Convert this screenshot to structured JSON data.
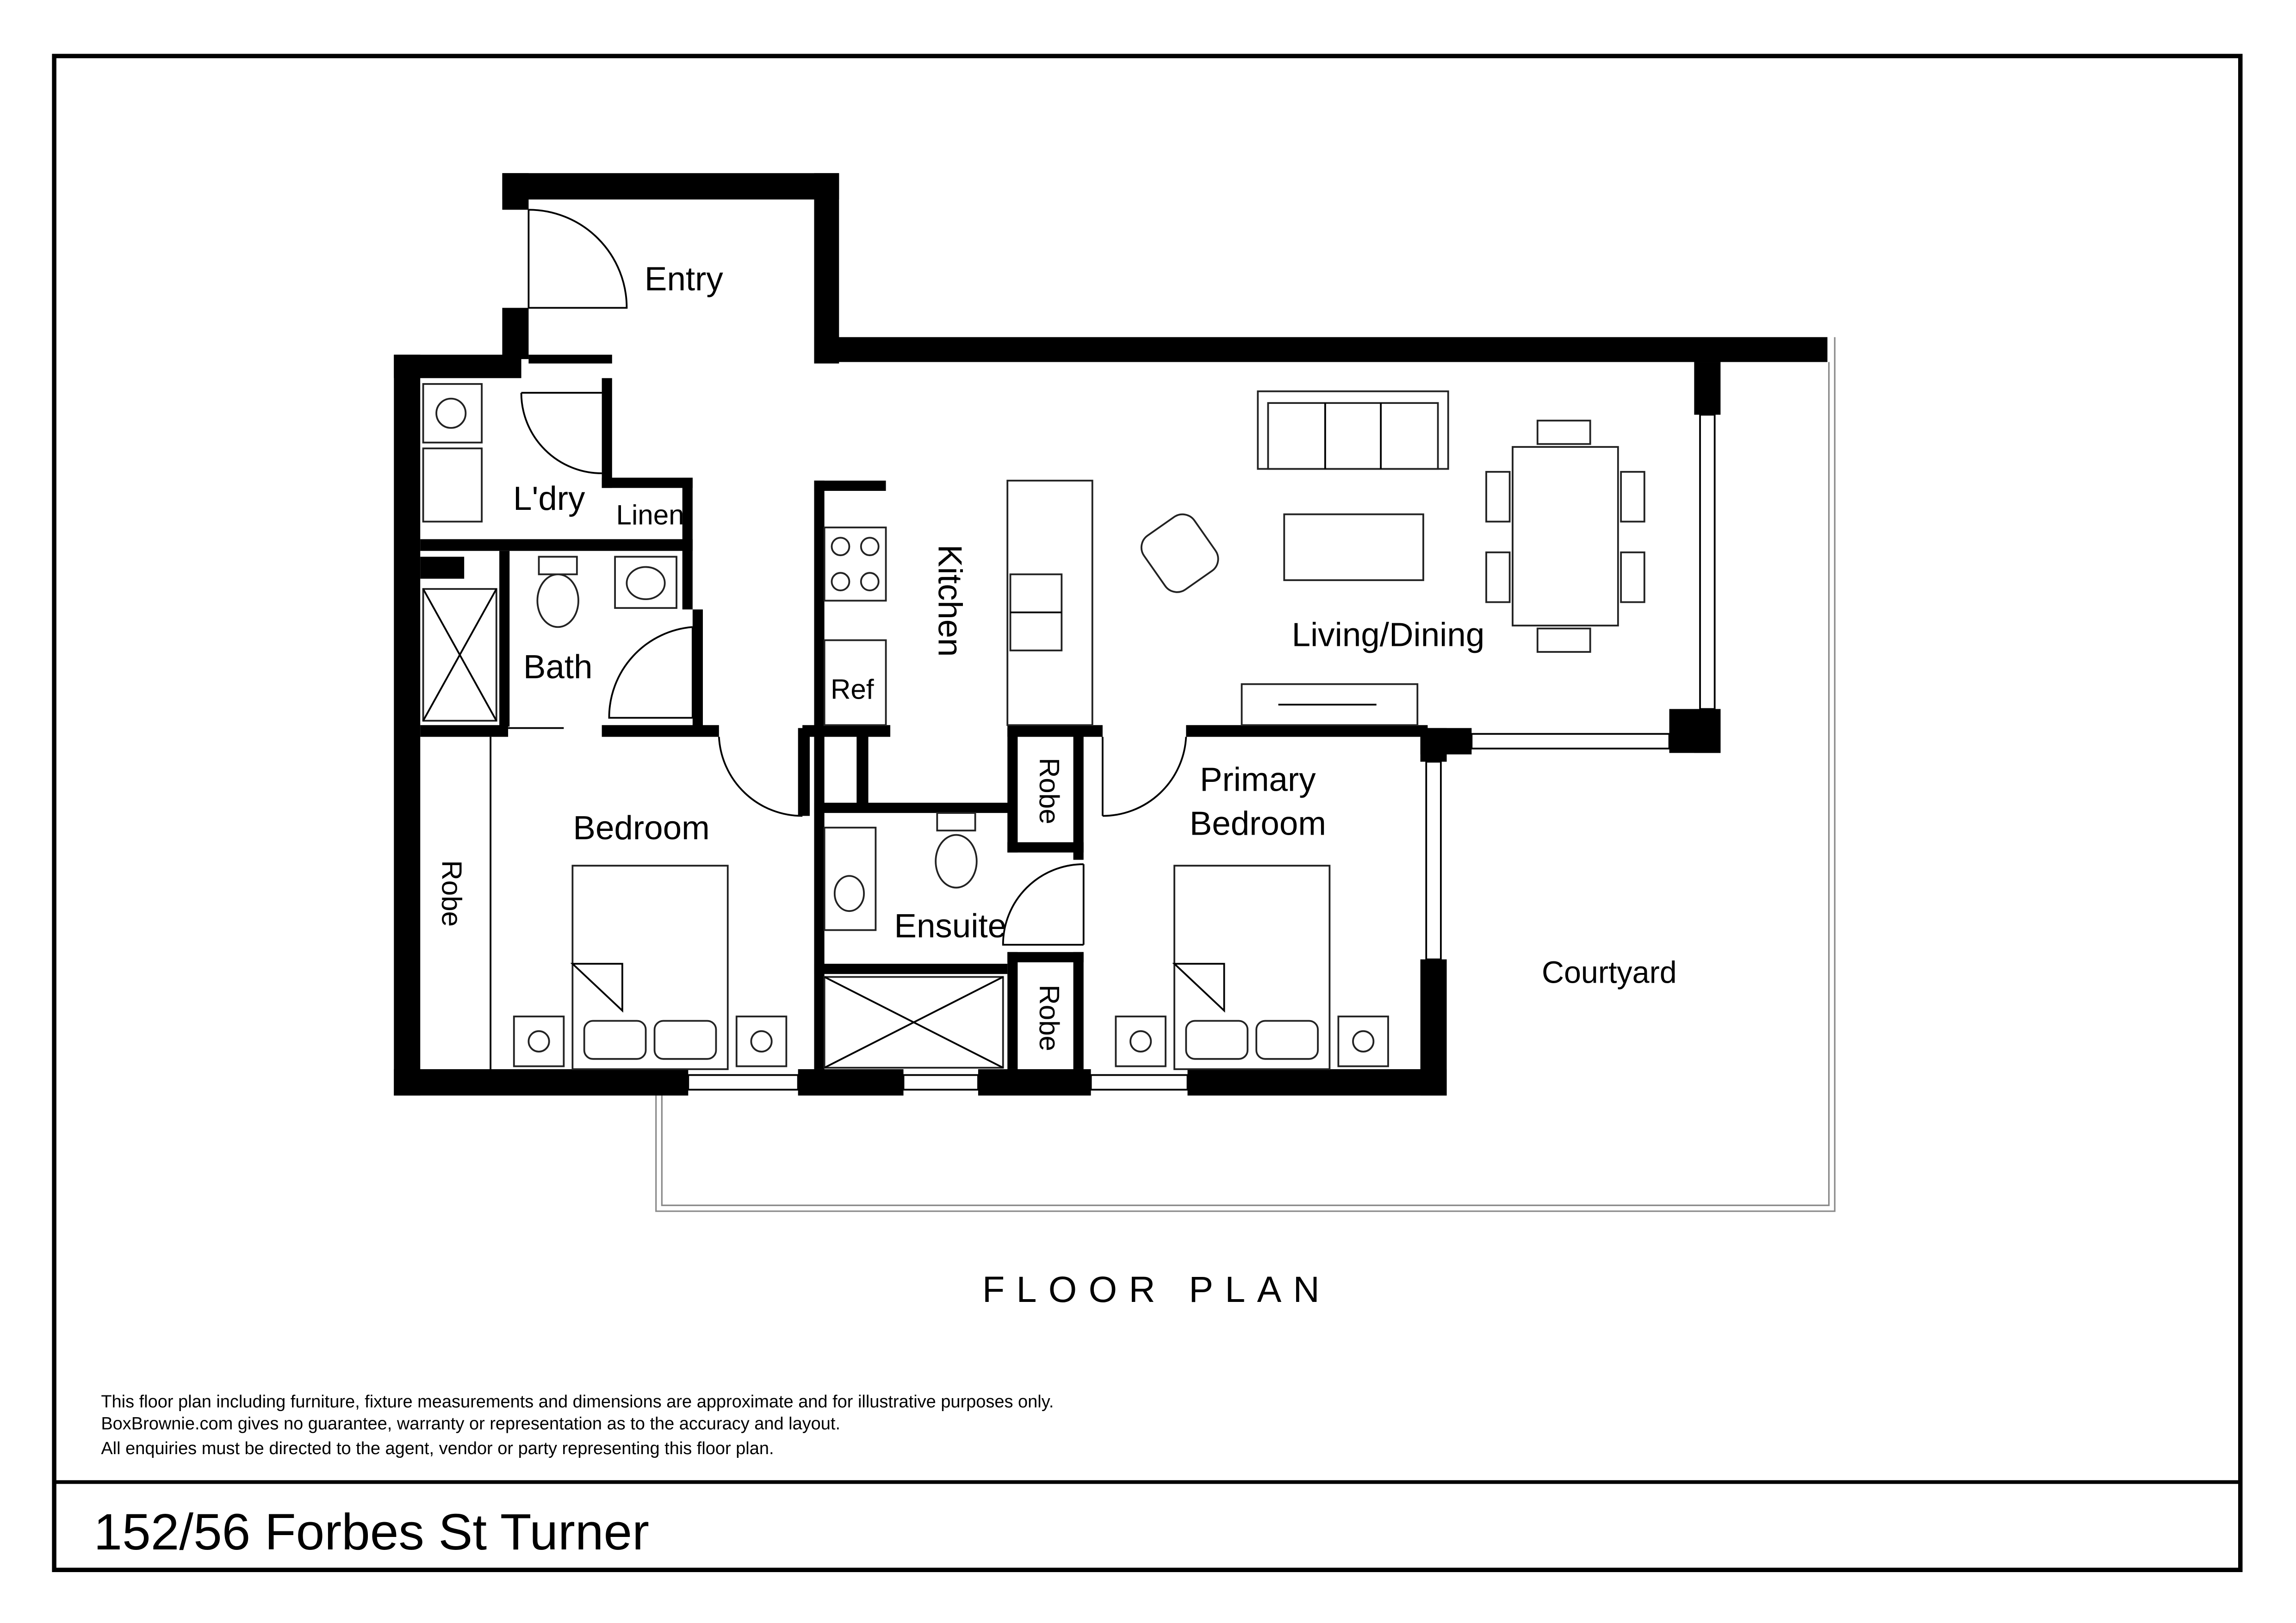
{
  "title": "FLOOR PLAN",
  "address": "152/56 Forbes St Turner",
  "rooms": {
    "entry": "Entry",
    "laundry": "L'dry",
    "linen": "Linen",
    "kitchen": "Kitchen",
    "ref": "Ref",
    "living_dining": "Living/Dining",
    "bath": "Bath",
    "bedroom": "Bedroom",
    "robe_bedroom": "Robe",
    "robe_primary_top": "Robe",
    "primary_bedroom_line1": "Primary",
    "primary_bedroom_line2": "Bedroom",
    "ensuite": "Ensuite",
    "robe_primary_bottom": "Robe",
    "courtyard": "Courtyard"
  },
  "disclaimer": [
    "This floor plan including furniture, fixture measurements and dimensions are approximate and for illustrative purposes only.",
    "BoxBrownie.com gives no guarantee, warranty or representation as to the accuracy and layout.",
    "All enquiries must be directed to the agent, vendor or party representing this floor plan."
  ]
}
